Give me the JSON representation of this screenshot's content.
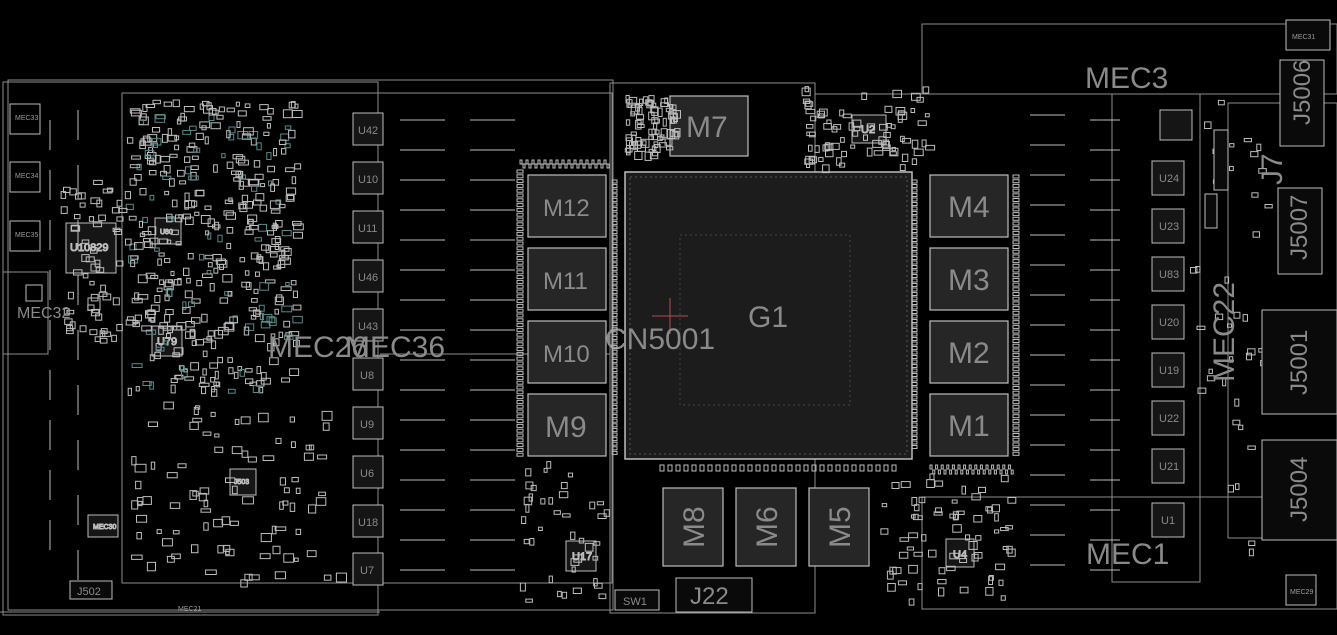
{
  "board": {
    "title": "",
    "background": "#000000",
    "outline_color": "#8c8c8c",
    "part_color": "#bdbdbd"
  },
  "labels": {
    "g1": "G1",
    "cn5001": "CN5001",
    "m1": "M1",
    "m2": "M2",
    "m3": "M3",
    "m4": "M4",
    "m5": "M5",
    "m6": "M6",
    "m7": "M7",
    "m8": "M8",
    "m9": "M9",
    "m10": "M10",
    "m11": "M11",
    "m12": "M12",
    "mec1": "MEC1",
    "mec3": "MEC3",
    "mec22": "MEC22",
    "mec32": "MEC32",
    "mec36": "MEC36",
    "mec26": "MEC26",
    "j7": "J7",
    "j22": "J22",
    "j502": "J502",
    "j5001": "J5001",
    "j5004": "J5004",
    "j5006": "J5006",
    "j5007": "J5007",
    "sw1": "SW1",
    "u1": "U1",
    "u2": "U2",
    "u4": "U4",
    "u6": "U6",
    "u7": "U7",
    "u8": "U8",
    "u9": "U9",
    "u10": "U10",
    "u11": "U11",
    "u17": "U17",
    "u18": "U18",
    "u19": "U19",
    "u20": "U20",
    "u21": "U21",
    "u22": "U22",
    "u23": "U23",
    "u24": "U24",
    "u42": "U42",
    "u43": "U43",
    "u46": "U46",
    "u79": "U79",
    "u80": "U80",
    "u83": "U83",
    "u10829": "U10829",
    "u503": "J503",
    "mec33": "MEC33",
    "mec34": "MEC34",
    "mec35": "MEC35",
    "mec30": "MEC30",
    "mec31": "MEC31",
    "mec21": "MEC21",
    "mec29": "MEC29"
  }
}
